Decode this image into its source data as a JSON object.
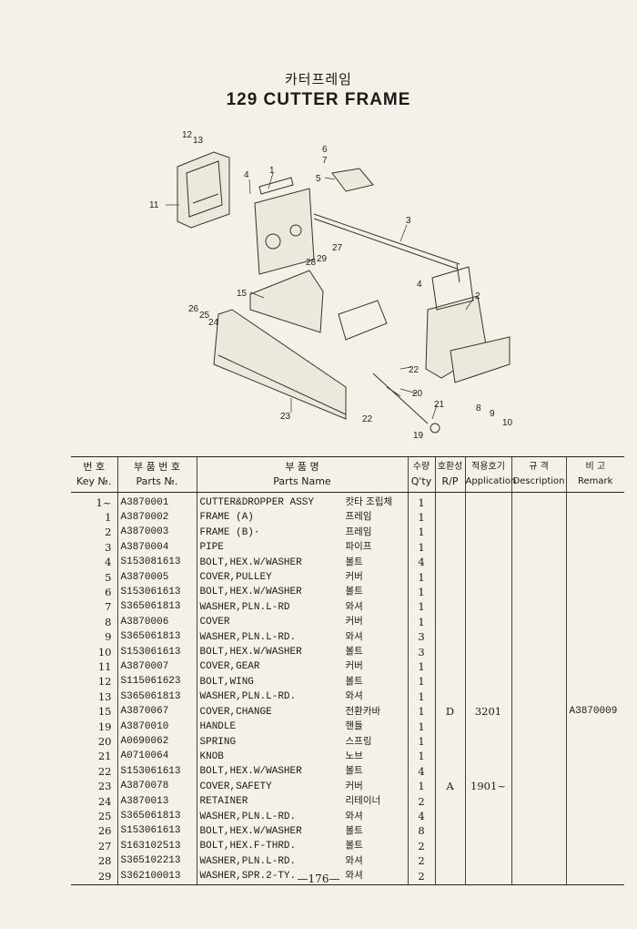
{
  "header": {
    "title_korean": "카터프레임",
    "title_english": "129 CUTTER FRAME"
  },
  "diagram": {
    "callouts": [
      "1",
      "2",
      "3",
      "4",
      "4",
      "5",
      "6",
      "7",
      "8",
      "9",
      "10",
      "11",
      "12",
      "13",
      "15",
      "19",
      "20",
      "21",
      "22",
      "22",
      "23",
      "24",
      "25",
      "26",
      "27",
      "28",
      "29"
    ]
  },
  "table": {
    "headers": {
      "key_ko": "번 호",
      "key_en": "Key №.",
      "partno_ko": "부 품 번 호",
      "partno_en": "Parts №.",
      "name_ko": "부      품      명",
      "name_en": "Parts    Name",
      "qty_ko": "수량",
      "qty_en": "Q'ty",
      "rp_ko": "호환성",
      "rp_en": "R/P",
      "app_ko": "적용호기",
      "app_en": "Application",
      "desc_ko": "규   격",
      "desc_en": "Description",
      "remark_ko": "비   고",
      "remark_en": "Remark"
    },
    "rows": [
      {
        "key": "1~",
        "part_no": "A3870001",
        "name": "CUTTER&DROPPER ASSY",
        "name_ko": "캇타 조립체",
        "qty": "1",
        "rp": "",
        "app": "",
        "desc": "",
        "remark": ""
      },
      {
        "key": "1",
        "part_no": "A3870002",
        "name": "FRAME (A)",
        "name_ko": "프레임",
        "qty": "1",
        "rp": "",
        "app": "",
        "desc": "",
        "remark": ""
      },
      {
        "key": "2",
        "part_no": "A3870003",
        "name": "FRAME (B)·",
        "name_ko": "프레임",
        "qty": "1",
        "rp": "",
        "app": "",
        "desc": "",
        "remark": ""
      },
      {
        "key": "3",
        "part_no": "A3870004",
        "name": "PIPE",
        "name_ko": "파이프",
        "qty": "1",
        "rp": "",
        "app": "",
        "desc": "",
        "remark": ""
      },
      {
        "key": "4",
        "part_no": "S153081613",
        "name": "BOLT,HEX.W/WASHER",
        "name_ko": "볼트",
        "qty": "4",
        "rp": "",
        "app": "",
        "desc": "",
        "remark": ""
      },
      {
        "key": "5",
        "part_no": "A3870005",
        "name": "COVER,PULLEY",
        "name_ko": "커버",
        "qty": "1",
        "rp": "",
        "app": "",
        "desc": "",
        "remark": ""
      },
      {
        "key": "6",
        "part_no": "S153061613",
        "name": "BOLT,HEX.W/WASHER",
        "name_ko": "볼트",
        "qty": "1",
        "rp": "",
        "app": "",
        "desc": "",
        "remark": ""
      },
      {
        "key": "7",
        "part_no": "S365061813",
        "name": "WASHER,PLN.L-RD",
        "name_ko": "와셔",
        "qty": "1",
        "rp": "",
        "app": "",
        "desc": "",
        "remark": ""
      },
      {
        "key": "8",
        "part_no": "A3870006",
        "name": "COVER",
        "name_ko": "커버",
        "qty": "1",
        "rp": "",
        "app": "",
        "desc": "",
        "remark": ""
      },
      {
        "key": "9",
        "part_no": "S365061813",
        "name": "WASHER,PLN.L-RD.",
        "name_ko": "와셔",
        "qty": "3",
        "rp": "",
        "app": "",
        "desc": "",
        "remark": ""
      },
      {
        "key": "10",
        "part_no": "S153061613",
        "name": "BOLT,HEX.W/WASHER",
        "name_ko": "볼트",
        "qty": "3",
        "rp": "",
        "app": "",
        "desc": "",
        "remark": ""
      },
      {
        "key": "11",
        "part_no": "A3870007",
        "name": "COVER,GEAR",
        "name_ko": "커버",
        "qty": "1",
        "rp": "",
        "app": "",
        "desc": "",
        "remark": ""
      },
      {
        "key": "12",
        "part_no": "S115061623",
        "name": "BOLT,WING",
        "name_ko": "볼트",
        "qty": "1",
        "rp": "",
        "app": "",
        "desc": "",
        "remark": ""
      },
      {
        "key": "13",
        "part_no": "S365061813",
        "name": "WASHER,PLN.L-RD.",
        "name_ko": "와셔",
        "qty": "1",
        "rp": "",
        "app": "",
        "desc": "",
        "remark": ""
      },
      {
        "key": "15",
        "part_no": "A3870067",
        "name": "COVER,CHANGE",
        "name_ko": "전환카바",
        "qty": "1",
        "rp": "D",
        "app": "3201",
        "desc": "",
        "remark": "A3870009"
      },
      {
        "key": "19",
        "part_no": "A3870010",
        "name": "HANDLE",
        "name_ko": "핸들",
        "qty": "1",
        "rp": "",
        "app": "",
        "desc": "",
        "remark": ""
      },
      {
        "key": "20",
        "part_no": "A0690062",
        "name": "SPRING",
        "name_ko": "스프링",
        "qty": "1",
        "rp": "",
        "app": "",
        "desc": "",
        "remark": ""
      },
      {
        "key": "21",
        "part_no": "A0710064",
        "name": "KNOB",
        "name_ko": "노브",
        "qty": "1",
        "rp": "",
        "app": "",
        "desc": "",
        "remark": ""
      },
      {
        "key": "22",
        "part_no": "S153061613",
        "name": "BOLT,HEX.W/WASHER",
        "name_ko": "볼트",
        "qty": "4",
        "rp": "",
        "app": "",
        "desc": "",
        "remark": ""
      },
      {
        "key": "23",
        "part_no": "A3870078",
        "name": "COVER,SAFETY",
        "name_ko": "커버",
        "qty": "1",
        "rp": "A",
        "app": "1901~",
        "desc": "",
        "remark": ""
      },
      {
        "key": "24",
        "part_no": "A3870013",
        "name": "RETAINER",
        "name_ko": "리테이너",
        "qty": "2",
        "rp": "",
        "app": "",
        "desc": "",
        "remark": ""
      },
      {
        "key": "25",
        "part_no": "S365061813",
        "name": "WASHER,PLN.L-RD.",
        "name_ko": "와셔",
        "qty": "4",
        "rp": "",
        "app": "",
        "desc": "",
        "remark": ""
      },
      {
        "key": "26",
        "part_no": "S153061613",
        "name": "BOLT,HEX.W/WASHER",
        "name_ko": "볼트",
        "qty": "8",
        "rp": "",
        "app": "",
        "desc": "",
        "remark": ""
      },
      {
        "key": "27",
        "part_no": "S163102513",
        "name": "BOLT,HEX.F-THRD.",
        "name_ko": "볼트",
        "qty": "2",
        "rp": "",
        "app": "",
        "desc": "",
        "remark": ""
      },
      {
        "key": "28",
        "part_no": "S365102213",
        "name": "WASHER,PLN.L-RD.",
        "name_ko": "와셔",
        "qty": "2",
        "rp": "",
        "app": "",
        "desc": "",
        "remark": ""
      },
      {
        "key": "29",
        "part_no": "S362100013",
        "name": "WASHER,SPR.2-TY.",
        "name_ko": "와셔",
        "qty": "2",
        "rp": "",
        "app": "",
        "desc": "",
        "remark": ""
      }
    ]
  },
  "footer": {
    "page_number": "—176—"
  }
}
